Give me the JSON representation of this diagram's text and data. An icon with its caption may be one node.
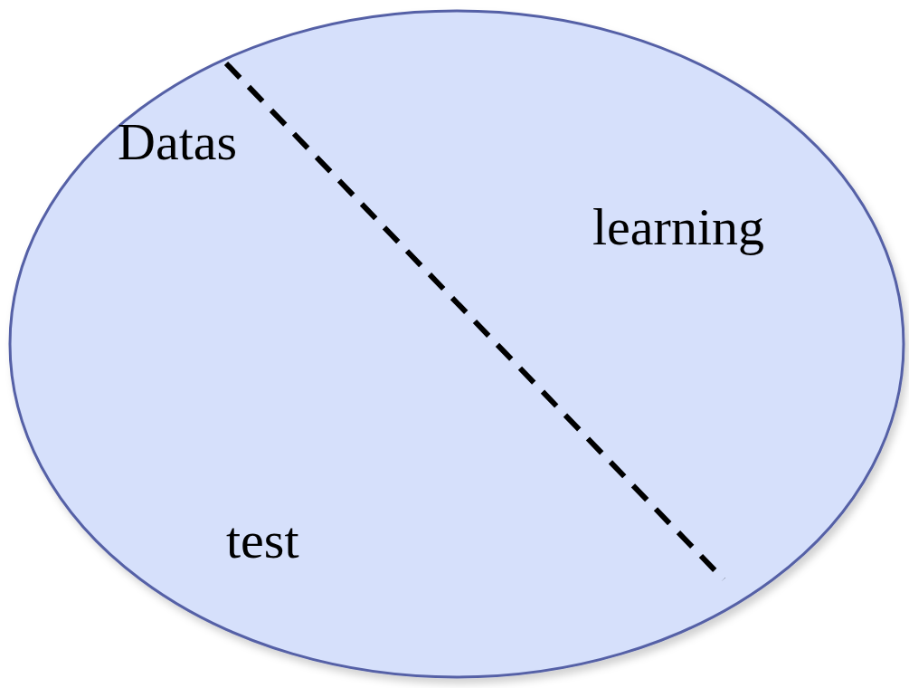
{
  "diagram": {
    "nodes": [
      {
        "text": [
          "Datas",
          "learning",
          "test"
        ]
      }
    ]
  }
}
